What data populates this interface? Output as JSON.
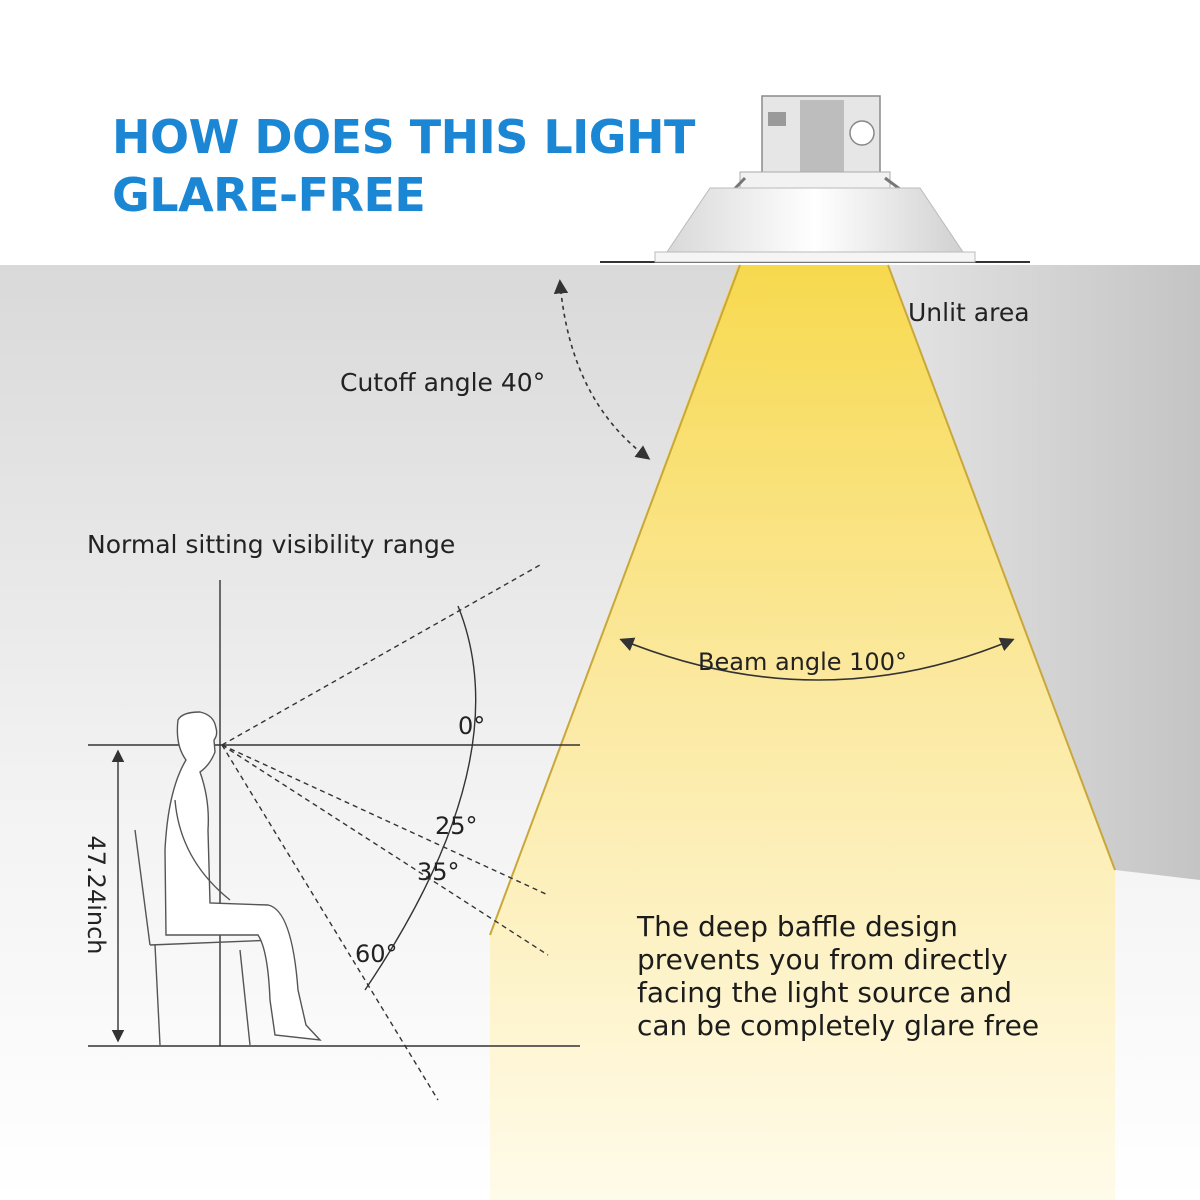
{
  "title": {
    "line1": "HOW DOES THIS LIGHT",
    "line2": "GLARE-FREE",
    "color": "#1a86d4"
  },
  "labels": {
    "unlit_area": "Unlit area",
    "cutoff_angle": "Cutoff angle 40°",
    "visibility_range": "Normal sitting visibility range",
    "beam_angle": "Beam angle 100°",
    "height": "47.24inch",
    "angle_0": "0°",
    "angle_25": "25°",
    "angle_35": "35°",
    "angle_60": "60°"
  },
  "description": {
    "line1": "The deep baffle design",
    "line2": "prevents you from directly",
    "line3": "facing the light source and",
    "line4": "can be completely glare free"
  },
  "colors": {
    "beam_top": "#f7d94e",
    "beam_bottom": "#fffbea",
    "wall_shade": "#cfcfcf",
    "line": "#333333"
  }
}
